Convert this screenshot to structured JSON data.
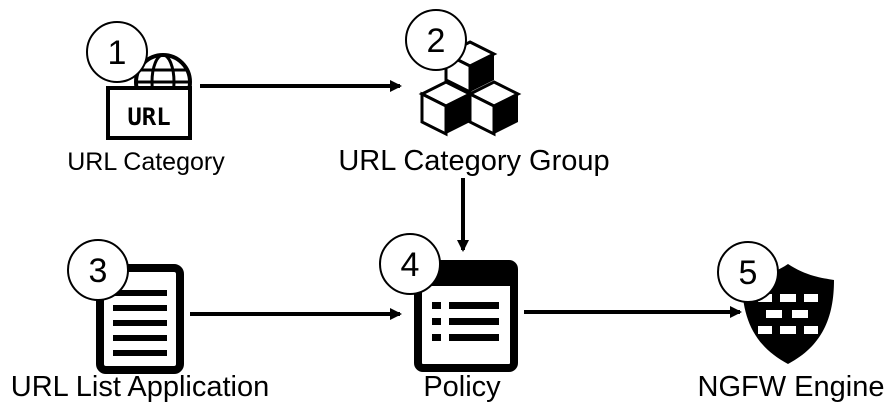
{
  "diagram": {
    "nodes": [
      {
        "id": "url-category",
        "number": "1",
        "label": "URL Category",
        "icon": "url-globe-icon"
      },
      {
        "id": "url-category-group",
        "number": "2",
        "label": "URL Category Group",
        "icon": "cubes-icon"
      },
      {
        "id": "url-list-application",
        "number": "3",
        "label": "URL List Application",
        "icon": "document-list-icon"
      },
      {
        "id": "policy",
        "number": "4",
        "label": "Policy",
        "icon": "policy-window-icon"
      },
      {
        "id": "ngfw-engine",
        "number": "5",
        "label": "NGFW Engine",
        "icon": "firewall-shield-icon"
      }
    ],
    "edges": [
      {
        "from": "url-category",
        "to": "url-category-group"
      },
      {
        "from": "url-category-group",
        "to": "policy"
      },
      {
        "from": "url-list-application",
        "to": "policy"
      },
      {
        "from": "policy",
        "to": "ngfw-engine"
      }
    ],
    "icon_text": "URL"
  }
}
